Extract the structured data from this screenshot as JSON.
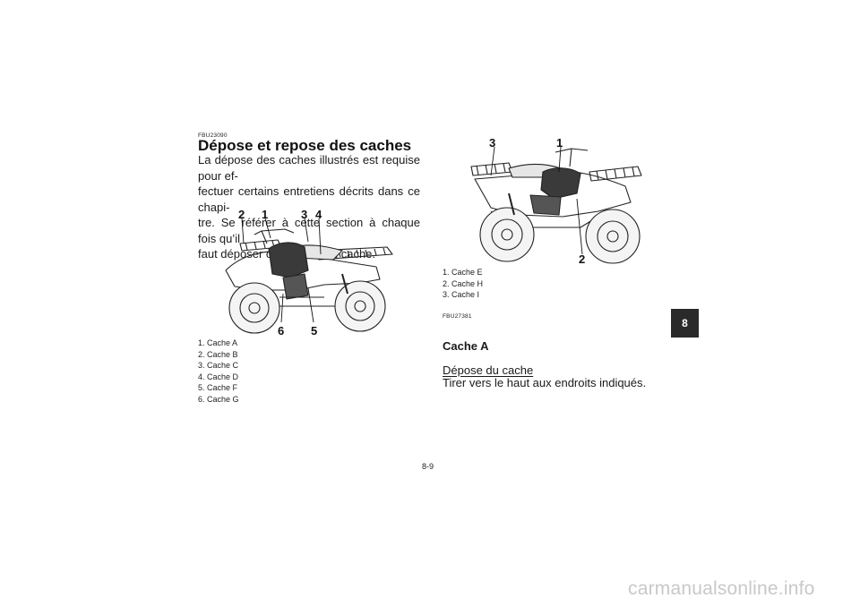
{
  "left_column": {
    "code": "FBU23090",
    "title": "Dépose et repose des caches",
    "paragraph_lines": [
      "La dépose des caches illustrés est requise pour ef-",
      "fectuer certains entretiens décrits dans ce chapi-",
      "tre. Se référer à cette section à chaque fois qu’il",
      "faut déposer ou reposer un cache."
    ],
    "figure_callouts": [
      "2",
      "1",
      "3",
      "4",
      "6",
      "5"
    ],
    "legend": [
      {
        "num": "1.",
        "label": "Cache A"
      },
      {
        "num": "2.",
        "label": "Cache B"
      },
      {
        "num": "3.",
        "label": "Cache C"
      },
      {
        "num": "4.",
        "label": "Cache D"
      },
      {
        "num": "5.",
        "label": "Cache F"
      },
      {
        "num": "6.",
        "label": "Cache G"
      }
    ]
  },
  "right_column": {
    "figure_callouts": [
      "3",
      "1",
      "2"
    ],
    "legend": [
      {
        "num": "1.",
        "label": "Cache E"
      },
      {
        "num": "2.",
        "label": "Cache H"
      },
      {
        "num": "3.",
        "label": "Cache I"
      }
    ],
    "code": "FBU27381",
    "subheading": "Cache A",
    "procedure_title": "Dépose du cache",
    "procedure_text": "Tirer vers le haut aux endroits indiqués."
  },
  "chapter_tab": "8",
  "page_number": "8-9",
  "watermark": "carmanualsonline.info"
}
